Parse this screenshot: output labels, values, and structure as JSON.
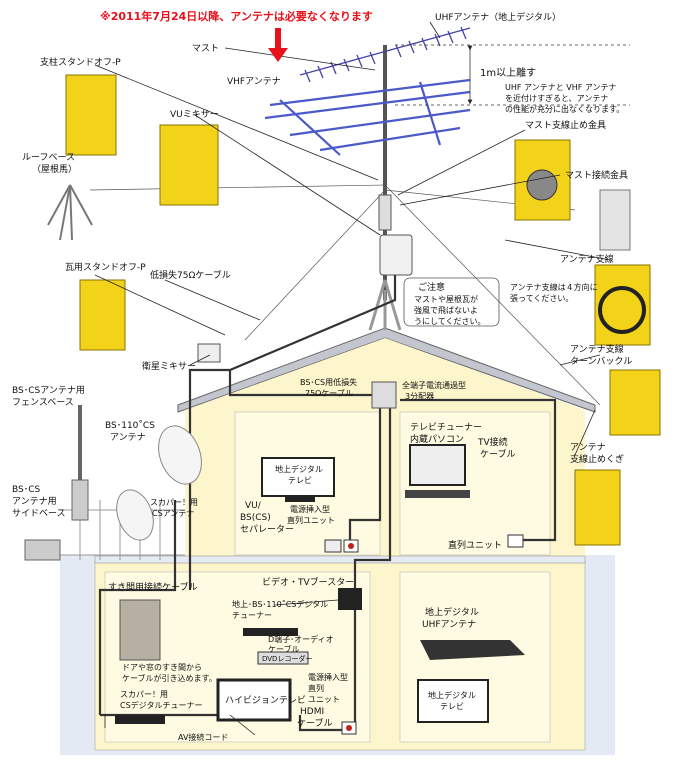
{
  "warning": "※2011年7月24日以降、アンテナは必要なくなります",
  "labels": {
    "uhf_antenna": "UHFアンテナ（地上デジタル）",
    "mast": "マスト",
    "vhf_antenna": "VHFアンテナ",
    "pole_standoff": "支柱スタンドオフ-P",
    "vu_mixer": "VUミキサー",
    "distance": "1m以上離す",
    "distance_note_1": "UHF アンテナと VHF アンテナ",
    "distance_note_2": "を近付けすぎると、アンテナ",
    "distance_note_3": "の性能が充分に出なくなります。",
    "mast_guy_bracket": "マスト支線止め金具",
    "roof_base_1": "ルーフベース",
    "roof_base_2": "（屋根馬）",
    "mast_joint": "マスト接続金具",
    "tile_standoff": "瓦用スタンドオフ-P",
    "low_loss_cable": "低損失75Ωケーブル",
    "antenna_guy": "アンテナ支線",
    "caution_title": "ご注意",
    "caution_1": "マストや屋根瓦が",
    "caution_2": "強風で飛ばないよ",
    "caution_3": "うにしてください。",
    "guy_4dir_1": "アンテナ支線は４方向に",
    "guy_4dir_2": "張ってください。",
    "turnbuckle_1": "アンテナ支線",
    "turnbuckle_2": "ターンバックル",
    "sat_mixer": "衛星ミキサー",
    "bs_cs_cable_1": "BS･CS用低損失",
    "bs_cs_cable_2": "75Ωケーブル",
    "splitter_1": "全端子電流通過型",
    "splitter_2": "3分配器",
    "fence_base_1": "BS･CSアンテナ用",
    "fence_base_2": "フェンスベース",
    "bs110_1": "BS･110˚CS",
    "bs110_2": "アンテナ",
    "side_base_1": "BS･CS",
    "side_base_2": "アンテナ用",
    "side_base_3": "サイドベース",
    "skyperfect_antenna_1": "スカパー！用",
    "skyperfect_antenna_2": "CSアンテナ",
    "tv_digital_1": "地上デジタル",
    "tv_digital_2": "テレビ",
    "vu_separator_1": "VU/",
    "vu_separator_2": "BS(CS)",
    "vu_separator_3": "セパレーター",
    "power_insert_1": "電源挿入型",
    "power_insert_2": "直列ユニット",
    "pc_tuner_1": "テレビチューナー",
    "pc_tuner_2": "内蔵パソコン",
    "tv_cable_1": "TV接続",
    "tv_cable_2": "ケーブル",
    "series_unit": "直列ユニット",
    "gap_cable": "すき間用接続ケーブル",
    "booster": "ビデオ・TVブースター",
    "gap_note_1": "ドアや窓のすき間から",
    "gap_note_2": "ケーブルが引き込めます。",
    "digital_tuner_1": "地上･BS･110˚CSデジタル",
    "digital_tuner_2": "チューナー",
    "d_terminal_1": "D端子･オーディオ",
    "d_terminal_2": "ケーブル",
    "dvd_recorder": "DVDレコーダー",
    "power_insert_b_1": "電源挿入型",
    "power_insert_b_2": "直列",
    "power_insert_b_3": "ユニット",
    "sky_tuner_1": "スカパー！用",
    "sky_tuner_2": "CSデジタルチューナー",
    "hivision_tv": "ハイビジョンテレビ",
    "hdmi_cable_1": "HDMI",
    "hdmi_cable_2": "ケーブル",
    "av_cord": "AV接続コード",
    "uhf_indoor_1": "地上デジタル",
    "uhf_indoor_2": "UHFアンテナ",
    "tv_digital_b_1": "地上デジタル",
    "tv_digital_b_2": "テレビ",
    "guy_hook_1": "アンテナ",
    "guy_hook_2": "支線止めくぎ"
  },
  "colors": {
    "warning": "#e8101a",
    "package": "#f3d21a",
    "wall": "#fdf6cc",
    "ground": "#dfe8f2",
    "roof": "#c7cbd3",
    "uhf_antenna": "#4444aa"
  }
}
